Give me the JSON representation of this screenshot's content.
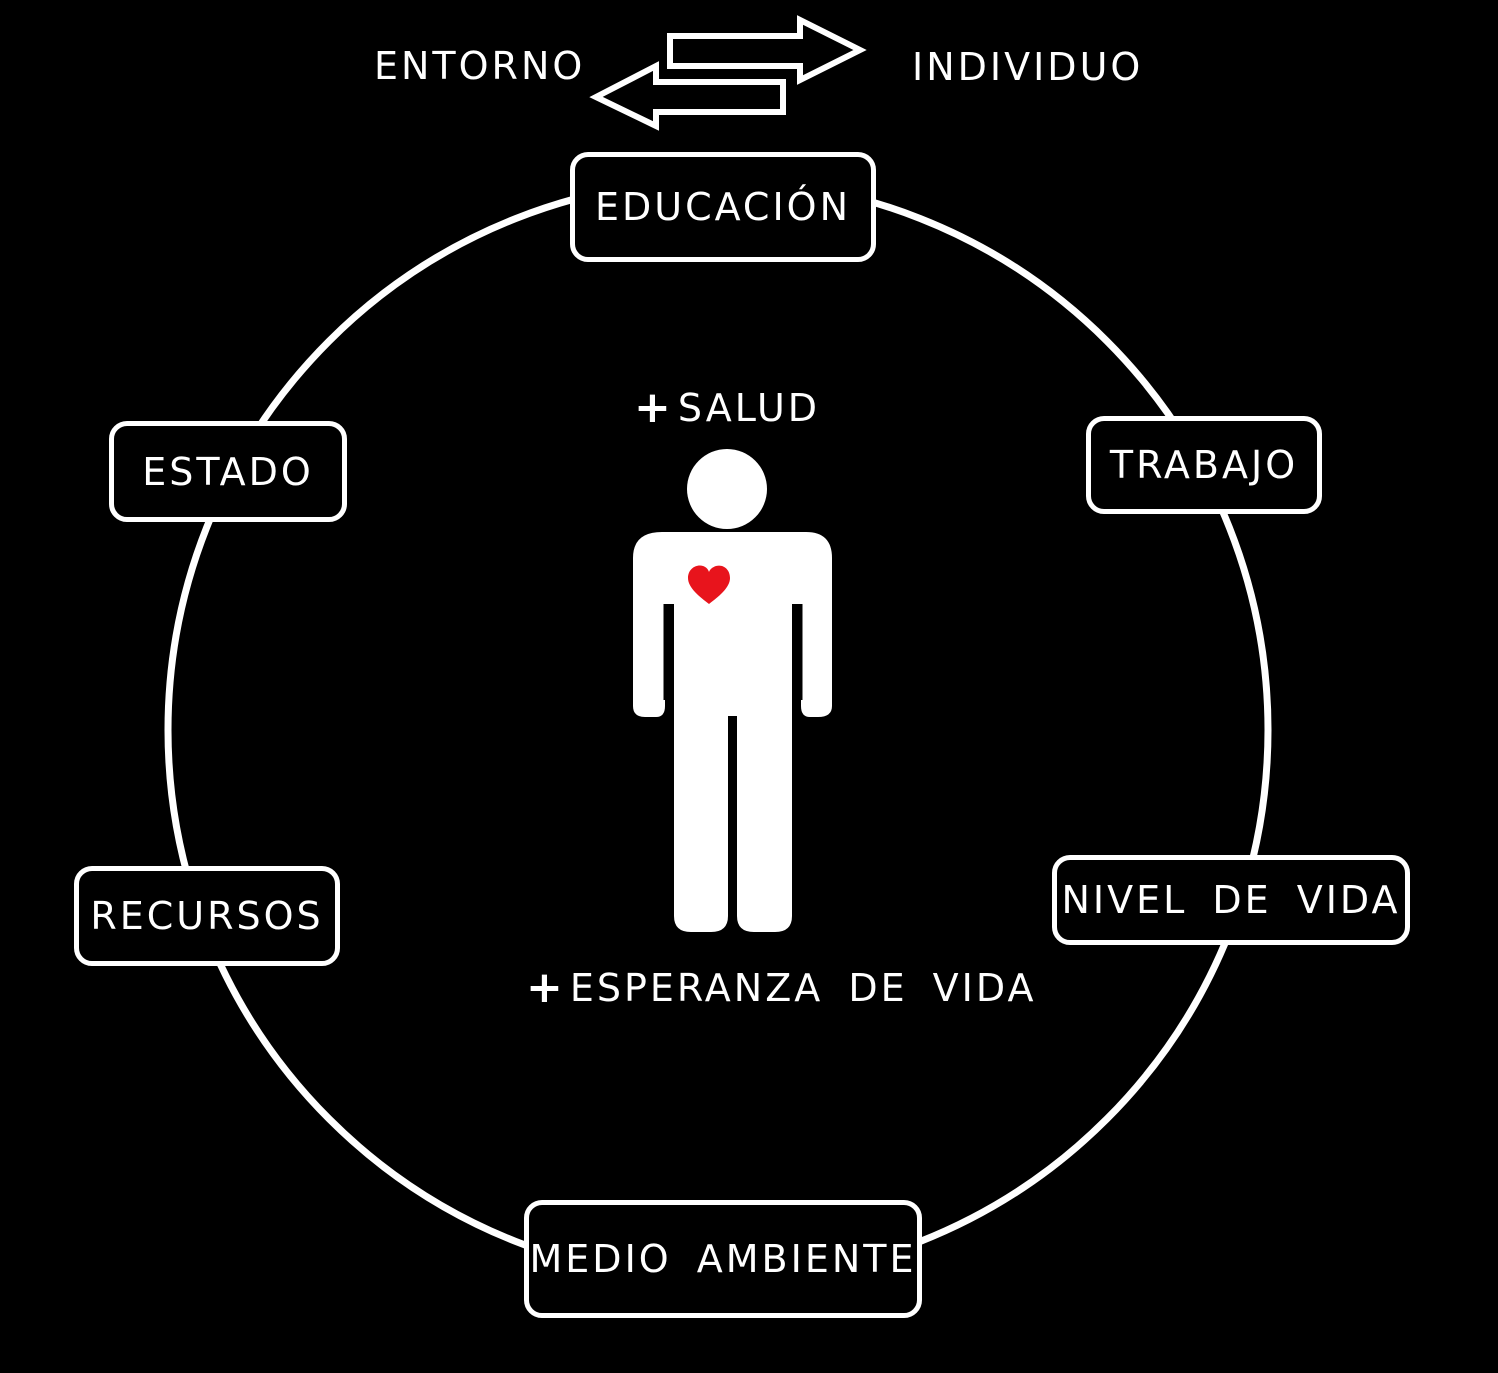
{
  "header": {
    "left_label": "ENTORNO",
    "right_label": "INDIVIDUO",
    "arrows_icon": "bidirectional-arrows-icon"
  },
  "nodes": {
    "top": "EDUCACIÓN",
    "upper_right": "TRABAJO",
    "lower_right": "NIVEL DE VIDA",
    "bottom": "MEDIO AMBIENTE",
    "lower_left": "RECURSOS",
    "upper_left": "ESTADO"
  },
  "center": {
    "top_label": {
      "sign": "+",
      "text": "SALUD"
    },
    "bottom_label": {
      "sign": "+",
      "text": "ESPERANZA DE VIDA"
    },
    "figure_icon": "person-icon",
    "heart_icon": "heart-icon"
  },
  "colors": {
    "background": "#000000",
    "foreground": "#ffffff",
    "heart": "#e8141c"
  }
}
